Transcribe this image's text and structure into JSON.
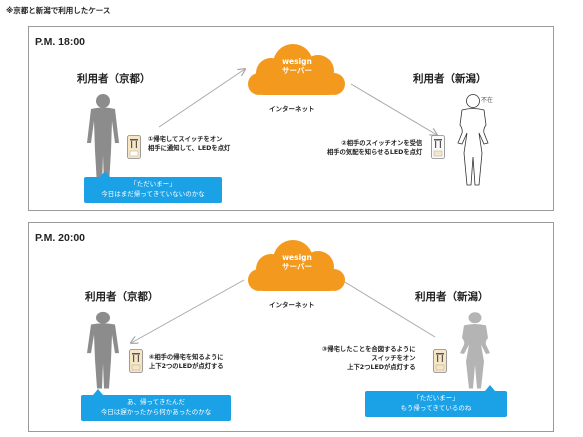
{
  "heading": "※京都と新潟で利用したケース",
  "server": {
    "brand": "wesign",
    "label": "サーバー",
    "caption": "インターネット"
  },
  "panels": [
    {
      "time": "P.M. 18:00",
      "left_user": "利用者（京都）",
      "right_user": "利用者（新潟）",
      "away_label": "不在",
      "left_step": [
        "①帰宅してスイッチをオン",
        "相手に通知して、LEDを点灯"
      ],
      "right_step": [
        "②相手のスイッチオンを受信",
        "相手の気配を知らせるLEDを点灯"
      ],
      "left_bubble": [
        "「ただいまー」",
        "今日はまだ帰ってきていないのかな"
      ]
    },
    {
      "time": "P.M. 20:00",
      "left_user": "利用者（京都）",
      "right_user": "利用者（新潟）",
      "left_step": [
        "④相手の帰宅を知るように",
        "上下2つのLEDが点灯する"
      ],
      "right_step": [
        "③帰宅したことを合図するように",
        "スイッチをオン",
        "上下2つLEDが点灯する"
      ],
      "left_bubble": [
        "あ、帰ってきたんだ",
        "今日は遅かったから何かあったのかな"
      ],
      "right_bubble": [
        "「ただいまー」",
        "もう帰ってきているのね"
      ]
    }
  ],
  "colors": {
    "cloud": "#f39a1e",
    "bubble": "#1aa1e6",
    "person_dark": "#8c8c8c",
    "person_light": "#b4b4b4",
    "arrow": "#a8a8a8",
    "border": "#9a9a9a"
  }
}
